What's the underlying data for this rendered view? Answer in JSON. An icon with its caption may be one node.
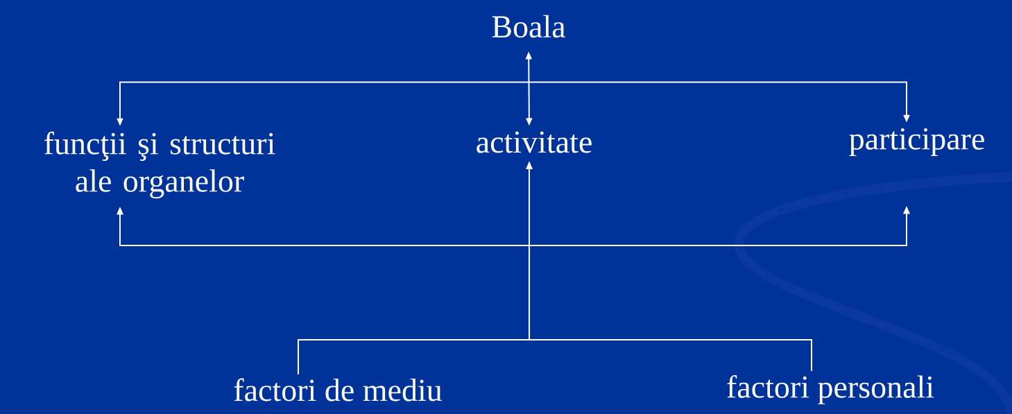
{
  "diagram": {
    "nodes": [
      {
        "text": [
          "Boala"
        ]
      },
      {
        "text": [
          "funcţii şi structuri ale organelor"
        ]
      },
      {
        "text": [
          "activitate"
        ]
      },
      {
        "text": [
          "participare"
        ]
      },
      {
        "text": [
          "factori de mediu"
        ]
      },
      {
        "text": [
          "factori personali"
        ]
      }
    ],
    "edges": [
      {
        "from": 0,
        "to": 2,
        "arrow": "both"
      },
      {
        "from": 0,
        "to": 1,
        "arrow": "to"
      },
      {
        "from": 0,
        "to": 3,
        "arrow": "to"
      },
      {
        "from": 4,
        "to": 2,
        "arrow": "to"
      },
      {
        "from": 5,
        "to": 2,
        "arrow": "to"
      },
      {
        "from": 4,
        "to": 1,
        "arrow": "to"
      },
      {
        "from": 4,
        "to": 3,
        "arrow": "to"
      },
      {
        "from": 5,
        "to": 1,
        "arrow": "to"
      },
      {
        "from": 5,
        "to": 3,
        "arrow": "to"
      }
    ]
  }
}
